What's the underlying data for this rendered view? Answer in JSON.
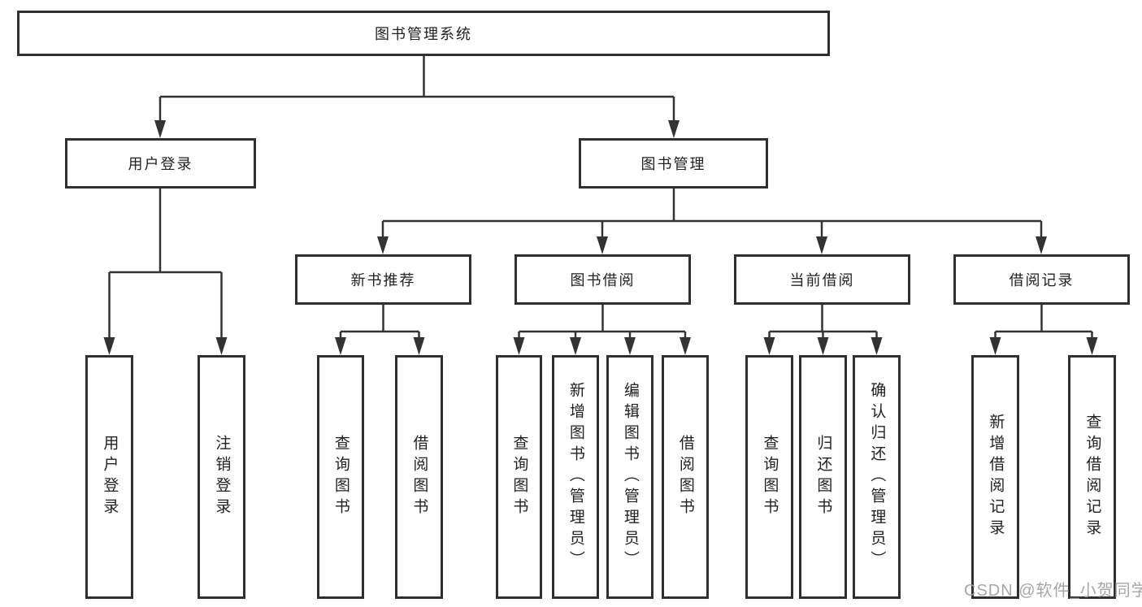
{
  "diagram": {
    "type": "hierarchy-tree",
    "title": "图书管理系统"
  },
  "nodes": {
    "root": "图书管理系统",
    "user_login_branch": "用户登录",
    "book_mgmt_branch": "图书管理",
    "new_book_rec": "新书推荐",
    "book_borrow": "图书借阅",
    "current_borrow": "当前借阅",
    "borrow_records": "借阅记录",
    "leaf_user_login": "用户登录",
    "leaf_logout": "注销登录",
    "leaf_nbr_query_books": "查询图书",
    "leaf_nbr_borrow_books": "借阅图书",
    "leaf_bb_query_books": "查询图书",
    "leaf_bb_add_books": "新增图书（管理员）",
    "leaf_bb_edit_books": "编辑图书（管理员）",
    "leaf_bb_borrow_books": "借阅图书",
    "leaf_cb_query_books": "查询图书",
    "leaf_cb_return_books": "归还图书",
    "leaf_cb_confirm_return": "确认归还（管理员）",
    "leaf_br_add_record": "新增借阅记录",
    "leaf_br_query_record": "查询借阅记录"
  },
  "hierarchy": {
    "图书管理系统": {
      "用户登录": [
        "用户登录",
        "注销登录"
      ],
      "图书管理": {
        "新书推荐": [
          "查询图书",
          "借阅图书"
        ],
        "图书借阅": [
          "查询图书",
          "新增图书（管理员）",
          "编辑图书（管理员）",
          "借阅图书"
        ],
        "当前借阅": [
          "查询图书",
          "归还图书",
          "确认归还（管理员）"
        ],
        "借阅记录": [
          "新增借阅记录",
          "查询借阅记录"
        ]
      }
    }
  },
  "colors": {
    "line": "#333333",
    "box_border": "#2f2f2f",
    "text": "#222222",
    "background": "#ffffff",
    "watermark": "#9e9e9e"
  },
  "watermark": "CSDN @软件_小贺同学"
}
